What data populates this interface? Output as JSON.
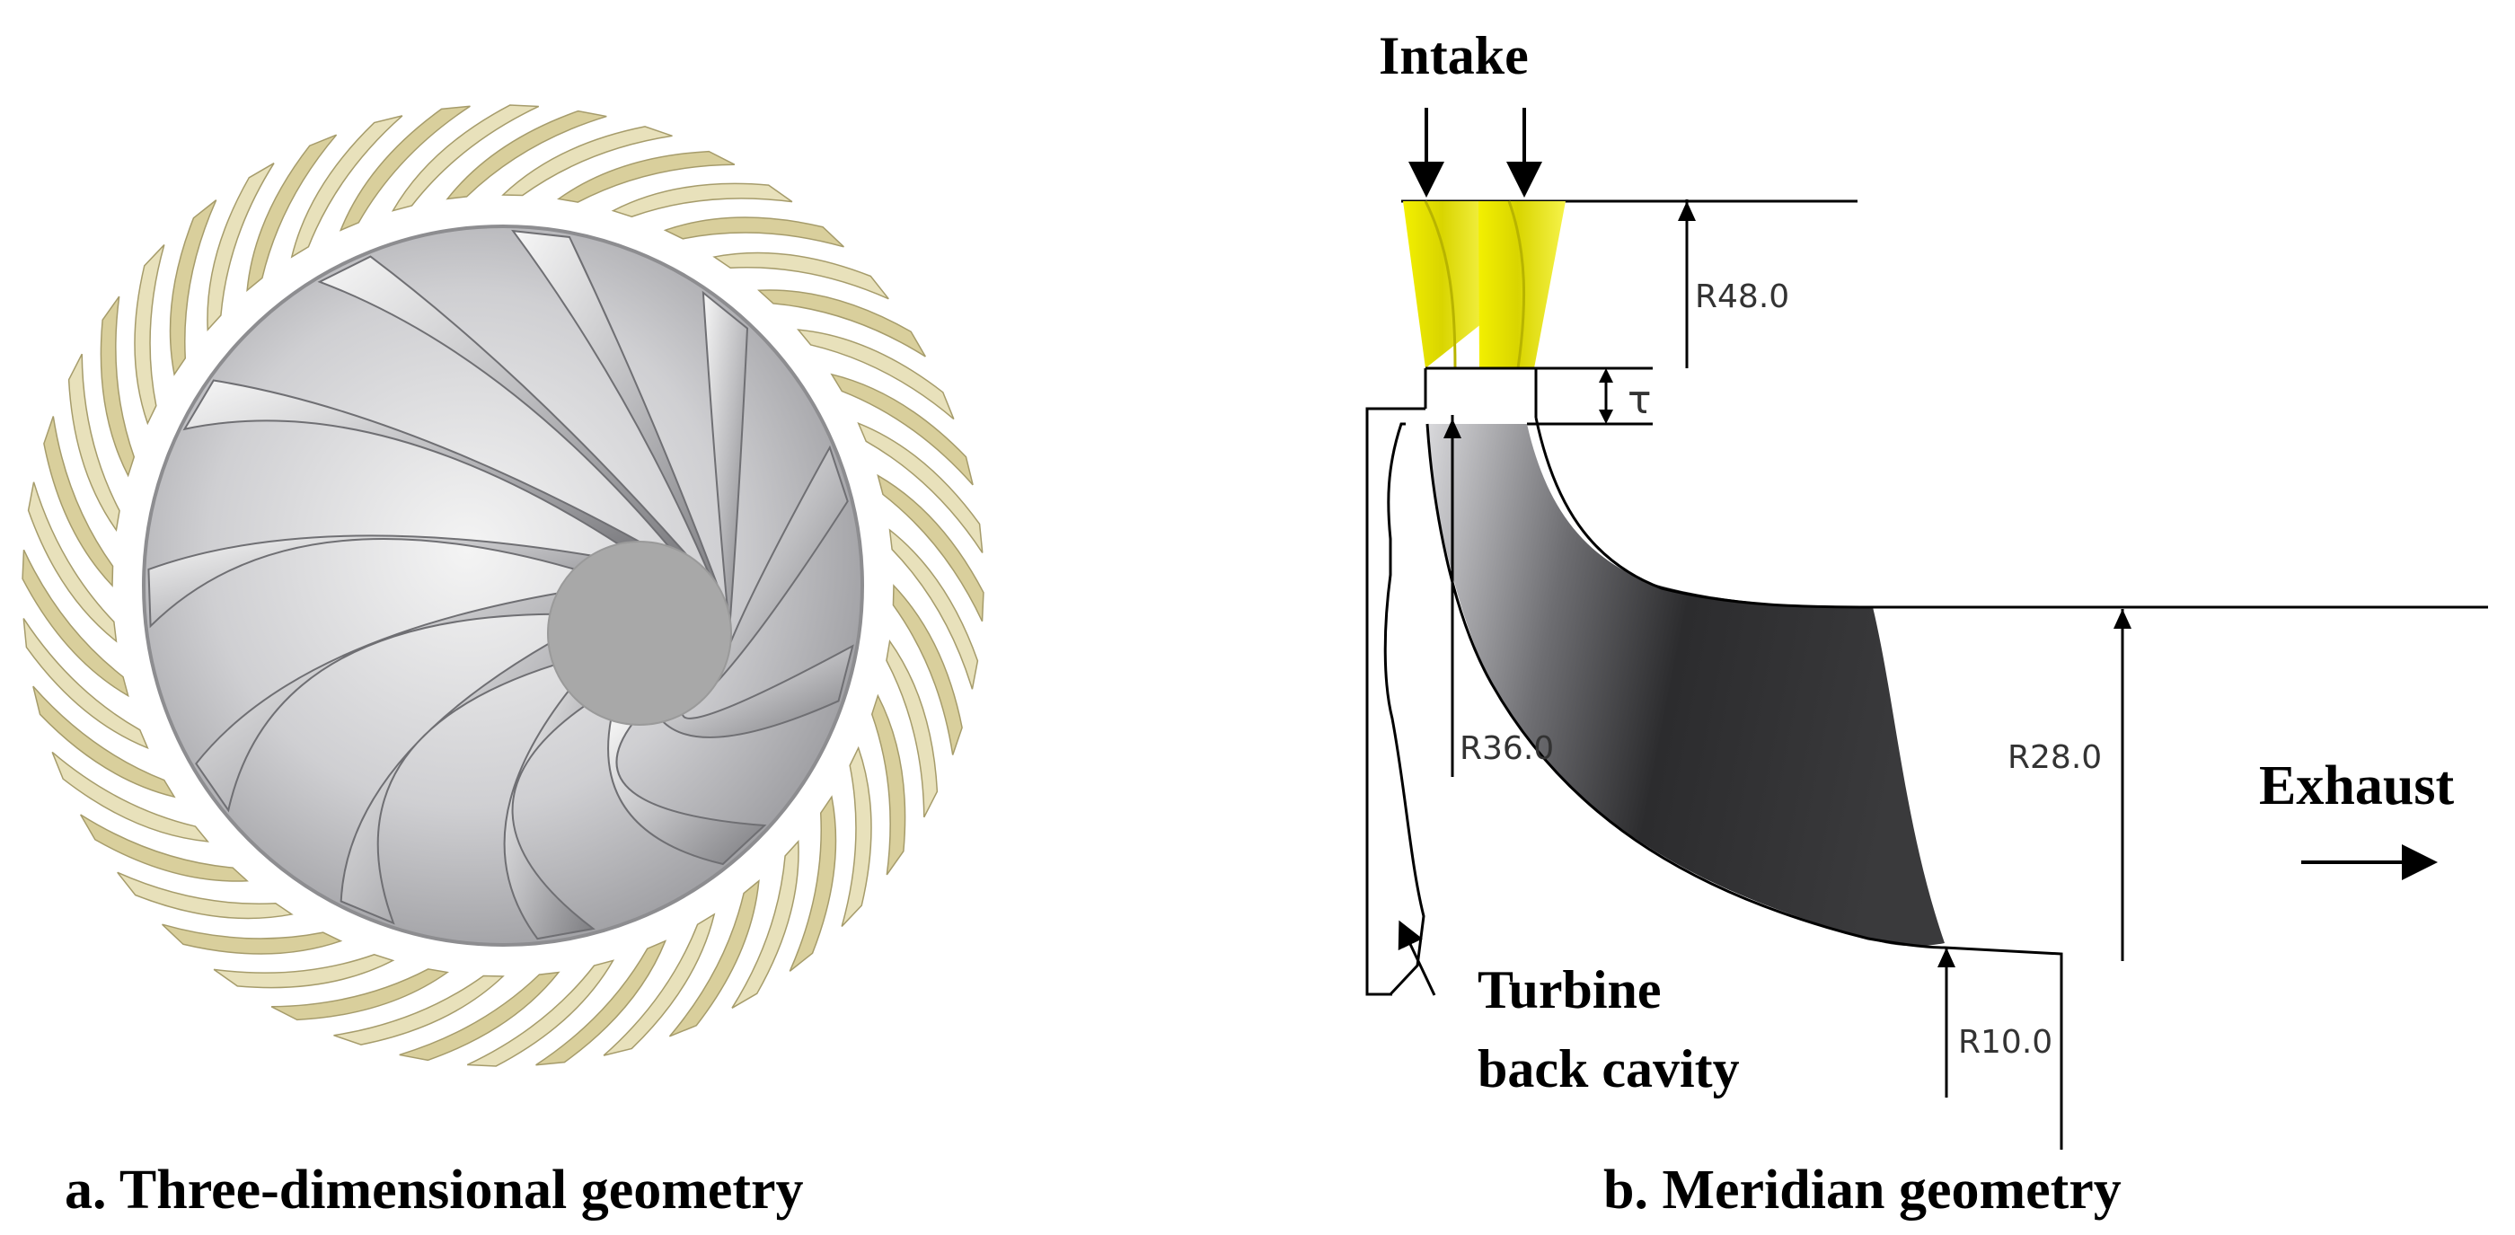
{
  "panel_a": {
    "caption": "a. Three-dimensional geometry"
  },
  "panel_b": {
    "caption": "b. Meridian geometry",
    "labels": {
      "intake": "Intake",
      "exhaust": "Exhaust",
      "back_cavity_line1": "Turbine",
      "back_cavity_line2": "back cavity",
      "tip_clearance": "τ"
    },
    "dimensions": {
      "inlet_radius": "R48.0",
      "rotor_inlet_radius": "R36.0",
      "exit_shroud_radius": "R28.0",
      "exit_hub_radius": "R10.0"
    }
  },
  "colors": {
    "nozzle": "#e8e600",
    "blade_metal": "#c9c9cc",
    "stator_ring": "#e6dfb8",
    "hub": "#a9a9a9"
  }
}
